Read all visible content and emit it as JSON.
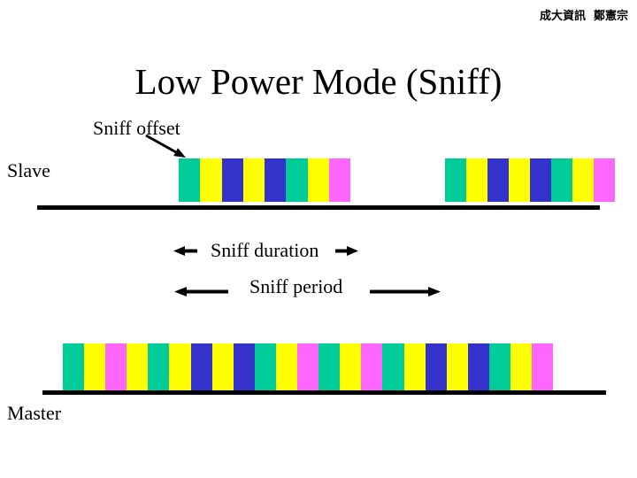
{
  "credit": "成大資訊  鄭憲宗",
  "title": "Low Power Mode (Sniff)",
  "labels": {
    "sniff_offset": "Sniff offset",
    "slave": "Slave",
    "sniff_duration": "Sniff duration",
    "sniff_period": "Sniff period",
    "master": "Master"
  },
  "colors": {
    "teal": "#00cc99",
    "yellow": "#ffff00",
    "blue": "#3333cc",
    "pink": "#ff66ff",
    "line": "#000000",
    "text": "#000000",
    "background": "#ffffff"
  },
  "diagram": {
    "slave_bursts": [
      {
        "pattern": [
          "teal",
          "yellow",
          "blue",
          "yellow",
          "blue",
          "teal",
          "yellow",
          "pink"
        ]
      },
      {
        "pattern": [
          "teal",
          "yellow",
          "blue",
          "yellow",
          "blue",
          "teal",
          "yellow",
          "pink"
        ]
      }
    ],
    "master_pattern": [
      "teal",
      "yellow",
      "pink",
      "yellow",
      "teal",
      "yellow",
      "blue",
      "yellow",
      "blue",
      "teal",
      "yellow",
      "pink",
      "teal",
      "yellow",
      "pink",
      "teal",
      "yellow",
      "blue",
      "yellow",
      "blue",
      "teal",
      "yellow",
      "pink"
    ]
  }
}
